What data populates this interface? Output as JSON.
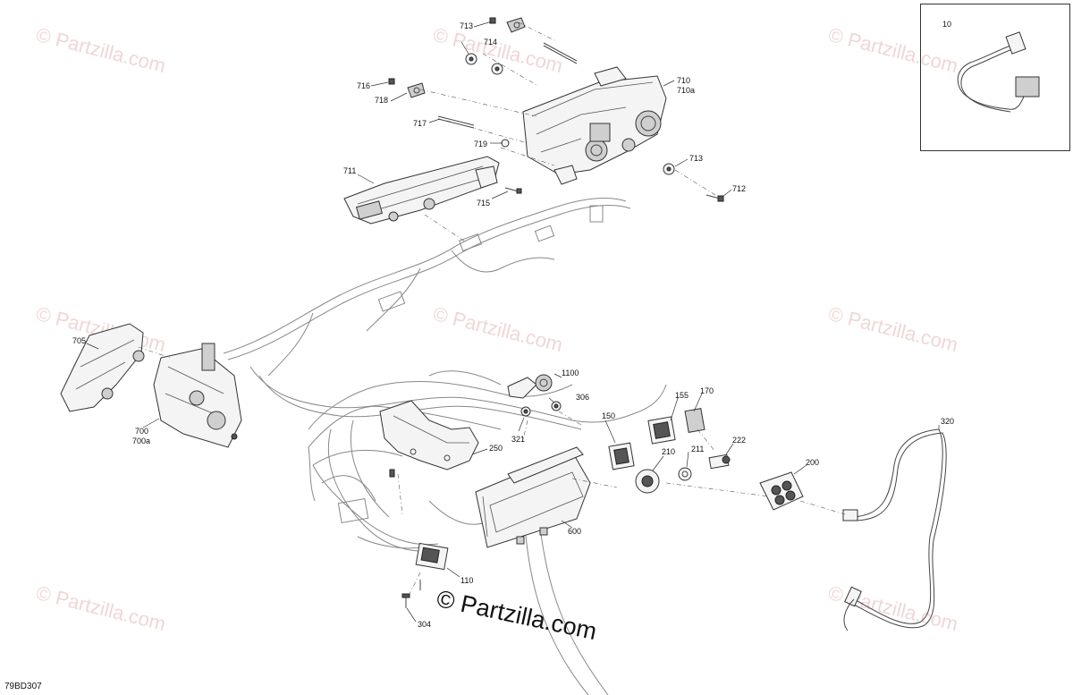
{
  "watermark_text": "© Partzilla.com",
  "main_watermark": "© Partzilla.com",
  "diagram_id": "79BD307",
  "inset": {
    "label": "10"
  },
  "callouts": {
    "c713a": "713",
    "c714": "714",
    "c716": "716",
    "c718": "718",
    "c717": "717",
    "c719": "719",
    "c710": "710",
    "c710a": "710a",
    "c713b": "713",
    "c712": "712",
    "c711": "711",
    "c715": "715",
    "c705": "705",
    "c700": "700",
    "c700a": "700a",
    "c1100": "1100",
    "c306": "306",
    "c321": "321",
    "c250": "250",
    "c150": "150",
    "c155": "155",
    "c170": "170",
    "c210": "210",
    "c211": "211",
    "c222": "222",
    "c200": "200",
    "c320": "320",
    "c600": "600",
    "c110": "110",
    "c304": "304"
  }
}
